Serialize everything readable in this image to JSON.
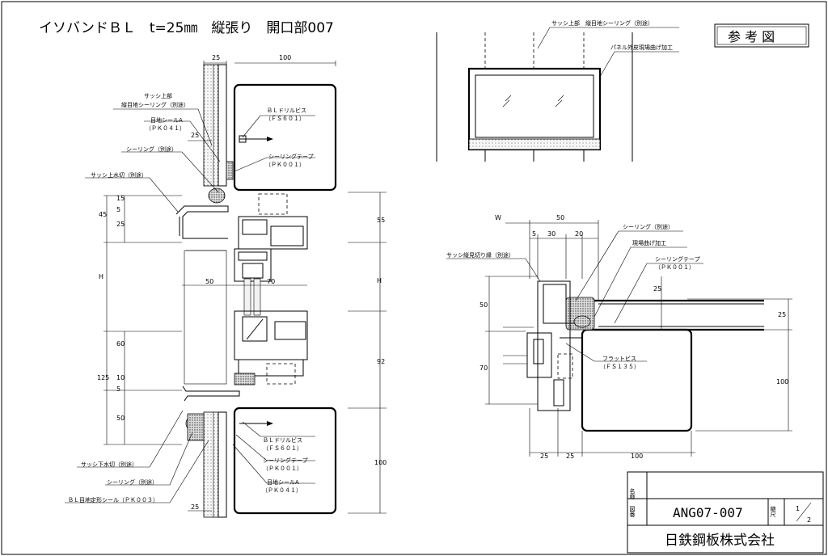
{
  "title": "イソバンドＢＬ　t=25㎜　縦張り　開口部007",
  "reference_label": "参 考 図",
  "left_section": {
    "labels": {
      "sash_top": "サッシ上部",
      "sash_top_sealing": "縦目地シーリング（別途）",
      "joint_seal_a_top": "目地シールA",
      "joint_seal_a_top_code": "（ＰＫ０４１）",
      "sealing_top": "シーリング（別途）",
      "sash_top_drip": "サッシ上水切（別途）",
      "bl_drill_top": "ＢＬドリルビス",
      "bl_drill_top_code": "（ＦＳ６０１）",
      "sealing_tape_top": "シーリングテープ",
      "sealing_tape_top_code": "（ＰＫ００１）",
      "bl_drill_bottom": "ＢＬドリルビス",
      "bl_drill_bottom_code": "（ＦＳ６０１）",
      "sealing_tape_bottom": "シーリングテープ",
      "sealing_tape_bottom_code": "（ＰＫ００１）",
      "joint_seal_a_bottom": "目地シールA",
      "joint_seal_a_bottom_code": "（ＰＫ０４１）",
      "sash_bottom_drip": "サッシ下水切（別途）",
      "sealing_bottom": "シーリング（別途）",
      "bl_joint_seal": "ＢＬ目地定形シール（ＰＫ００３）"
    },
    "dims": {
      "top_25": "25",
      "top_100": "100",
      "mid_25": "25",
      "bottom_25": "25",
      "left_45": "45",
      "left_15": "15",
      "left_5a": "5",
      "left_25": "25",
      "left_H": "H",
      "left_60": "60",
      "left_125": "125",
      "left_10": "10",
      "left_5b": "5",
      "left_50": "50",
      "mid_50": "50",
      "mid_70": "70",
      "right_55": "55",
      "right_H": "H",
      "right_92": "92",
      "right_100": "100"
    }
  },
  "top_right_section": {
    "labels": {
      "sash_top_sealing": "サッシ上部　縦目地シーリング（別途）",
      "panel_bend": "パネル外皮現場曲げ加工"
    }
  },
  "right_section": {
    "labels": {
      "sealing": "シーリング（別途）",
      "field_bend": "現場曲げ加工",
      "sealing_tape": "シーリングテープ",
      "sealing_tape_code": "（ＰＫ００１）",
      "sash_cut_line": "サッシ縦見切り縁（別途）",
      "flat_screw": "フラットビス",
      "flat_screw_code": "（ＦＳ１３５）"
    },
    "dims": {
      "W": "W",
      "top_50": "50",
      "top_5": "5",
      "top_30": "30",
      "top_20": "20",
      "left_50": "50",
      "left_70": "70",
      "right_25a": "25",
      "right_25b": "25",
      "right_100": "100",
      "bottom_25a": "25",
      "bottom_25b": "25",
      "bottom_100": "100"
    }
  },
  "title_block": {
    "name_label": "名称",
    "drawing_no_label": "図番",
    "drawing_no": "ANG07-007",
    "scale_label": "縮尺",
    "scale_num": "1",
    "scale_den": "2",
    "company": "日鉄鋼板株式会社"
  }
}
